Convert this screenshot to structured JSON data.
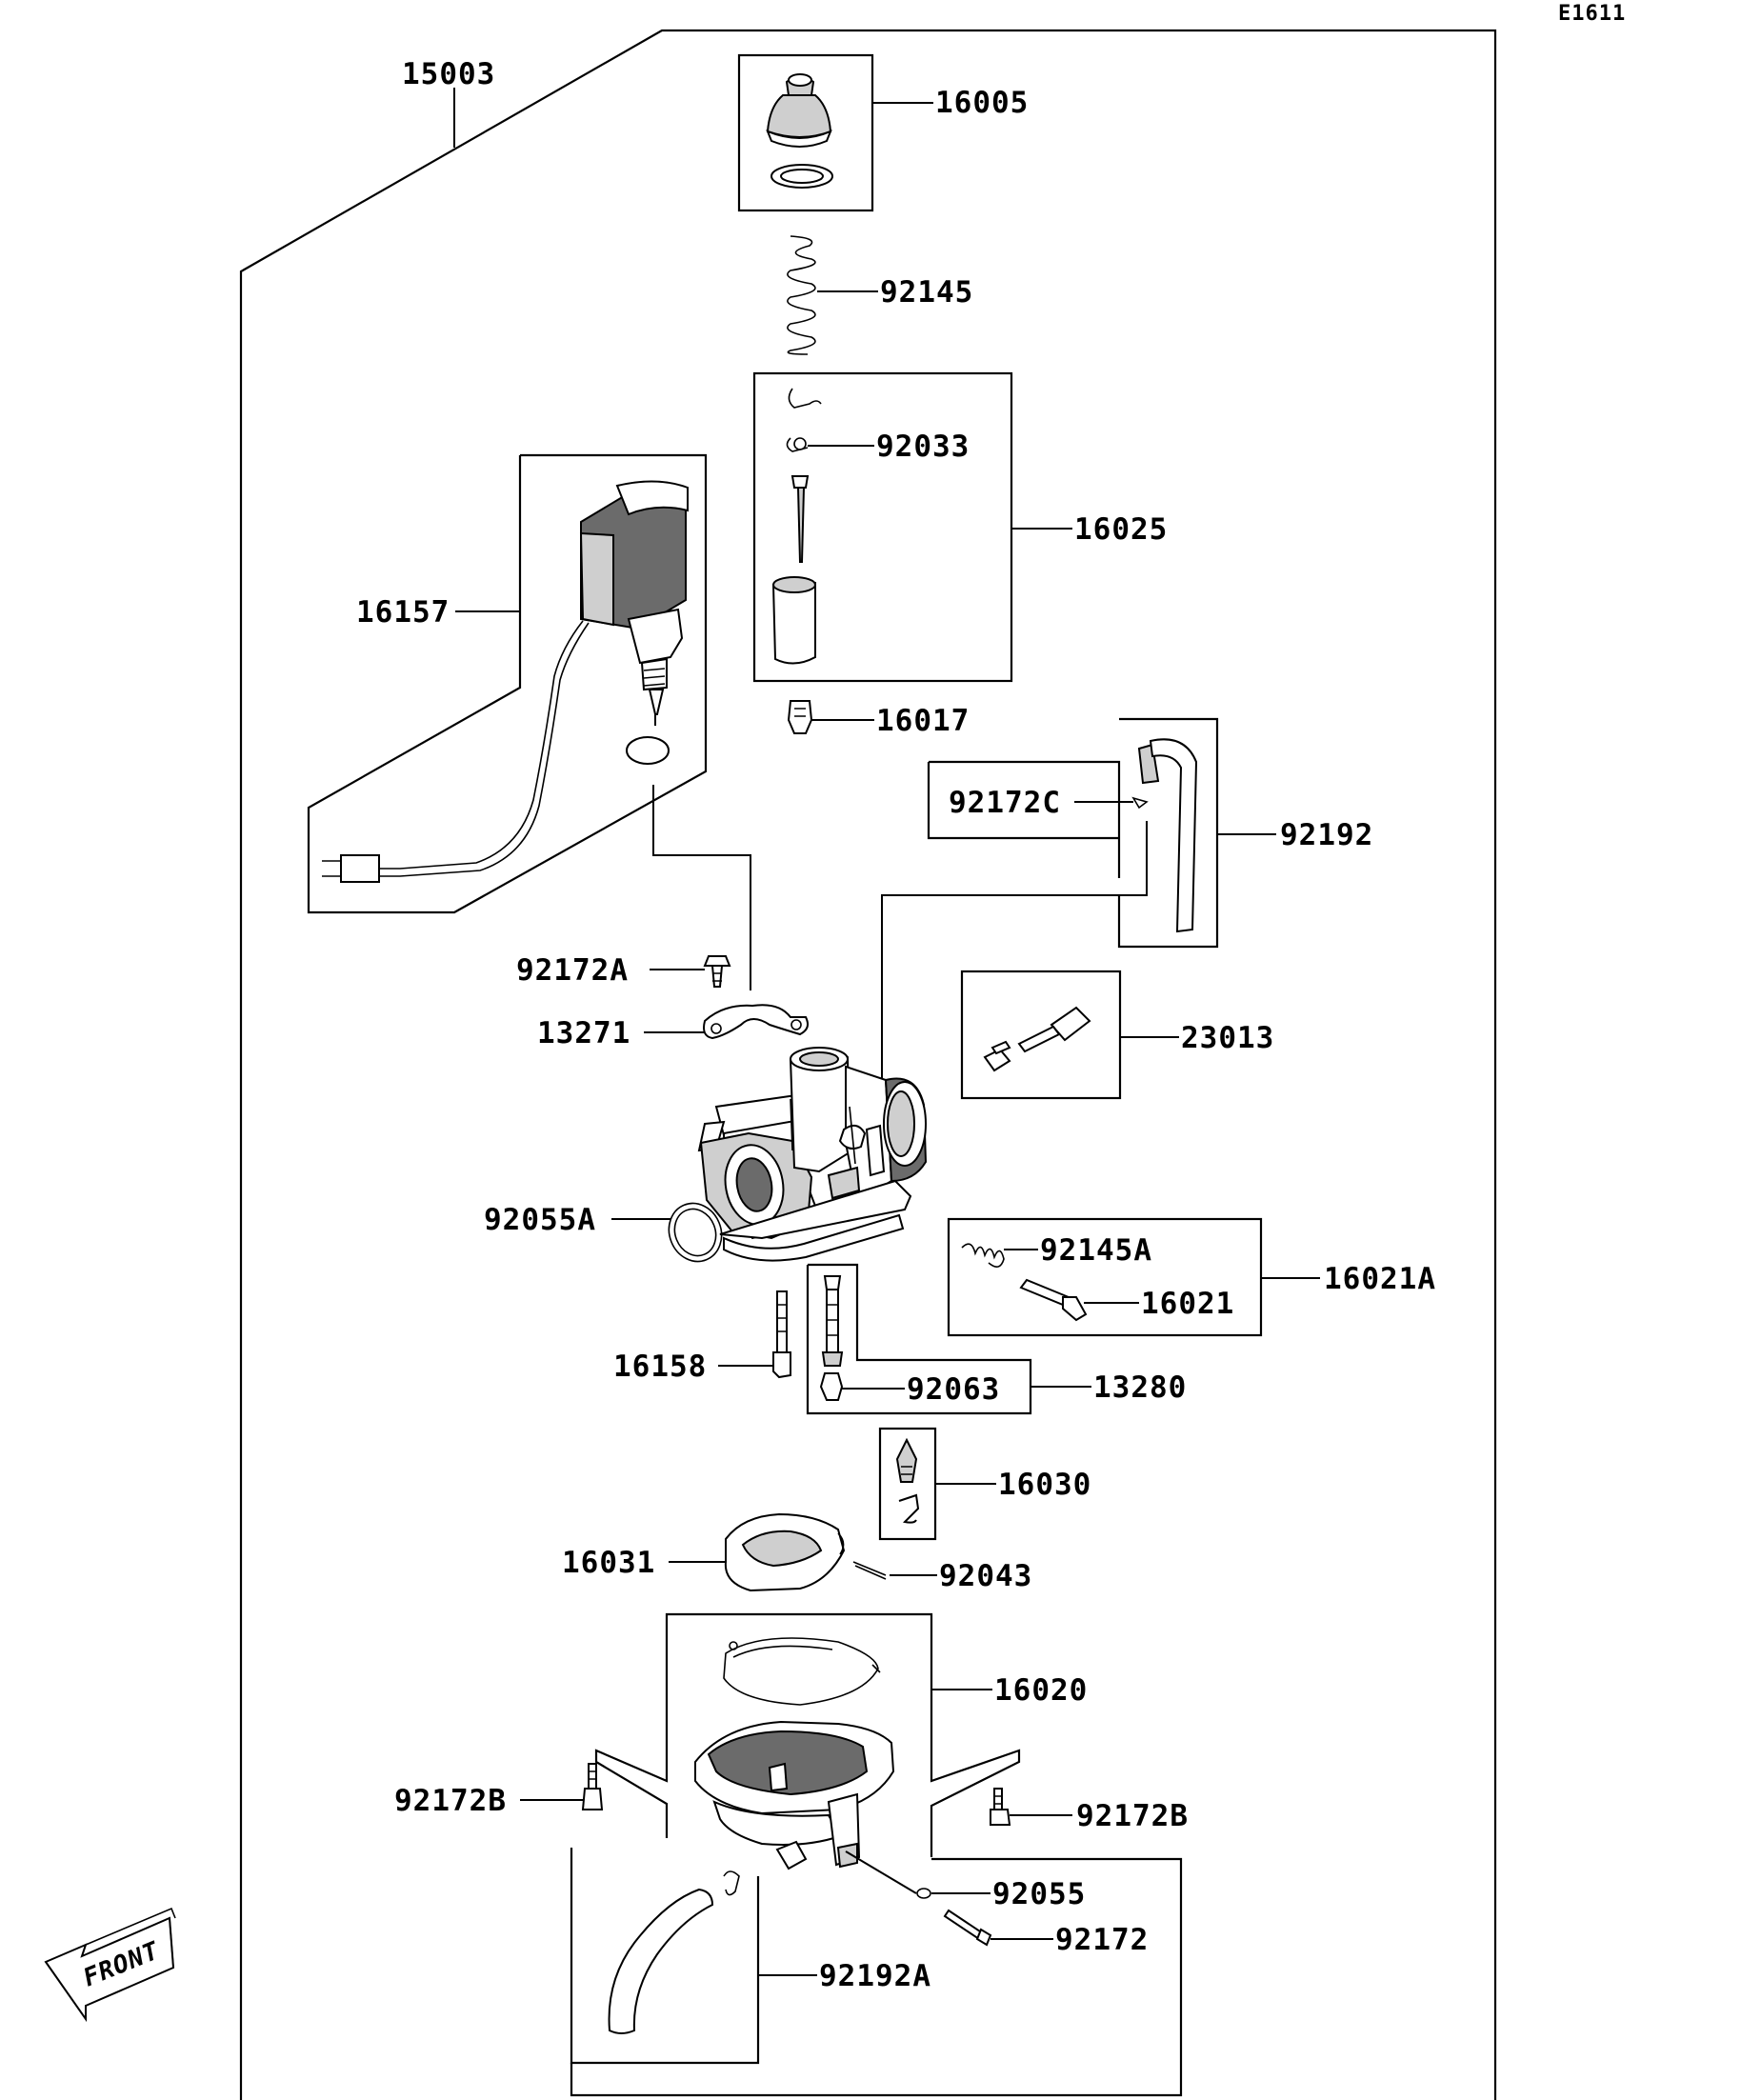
{
  "diagram_code": "E1611",
  "front_marker": "FRONT",
  "parts": [
    {
      "id": "p15003",
      "label": "15003"
    },
    {
      "id": "p16005",
      "label": "16005"
    },
    {
      "id": "p92145",
      "label": "92145"
    },
    {
      "id": "p92033",
      "label": "92033"
    },
    {
      "id": "p16025",
      "label": "16025"
    },
    {
      "id": "p16157",
      "label": "16157"
    },
    {
      "id": "p16017",
      "label": "16017"
    },
    {
      "id": "p92172C",
      "label": "92172C"
    },
    {
      "id": "p92192",
      "label": "92192"
    },
    {
      "id": "p92172A",
      "label": "92172A"
    },
    {
      "id": "p13271",
      "label": "13271"
    },
    {
      "id": "p23013",
      "label": "23013"
    },
    {
      "id": "p92055A",
      "label": "92055A"
    },
    {
      "id": "p92145A",
      "label": "92145A"
    },
    {
      "id": "p16021A",
      "label": "16021A"
    },
    {
      "id": "p16021",
      "label": "16021"
    },
    {
      "id": "p16158",
      "label": "16158"
    },
    {
      "id": "p92063",
      "label": "92063"
    },
    {
      "id": "p13280",
      "label": "13280"
    },
    {
      "id": "p16030",
      "label": "16030"
    },
    {
      "id": "p16031",
      "label": "16031"
    },
    {
      "id": "p92043",
      "label": "92043"
    },
    {
      "id": "p16020",
      "label": "16020"
    },
    {
      "id": "p92172B_left",
      "label": "92172B"
    },
    {
      "id": "p92172B_right",
      "label": "92172B"
    },
    {
      "id": "p92055",
      "label": "92055"
    },
    {
      "id": "p92172",
      "label": "92172"
    },
    {
      "id": "p92192A",
      "label": "92192A"
    }
  ]
}
